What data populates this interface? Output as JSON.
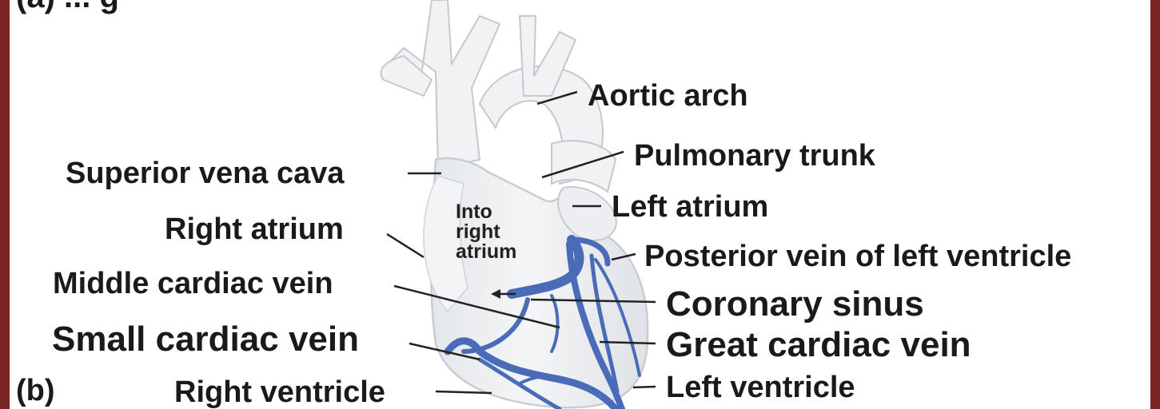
{
  "top_partial_text": "(a) ... g",
  "panel_label": "(b)",
  "labels": {
    "aortic_arch": "Aortic arch",
    "pulmonary_trunk": "Pulmonary trunk",
    "superior_vena_cava": "Superior vena cava",
    "left_atrium": "Left atrium",
    "right_atrium": "Right atrium",
    "into_right_atrium": [
      "Into",
      "right",
      "atrium"
    ],
    "posterior_vein_lv": "Posterior vein of left ventricle",
    "middle_cardiac_vein": "Middle cardiac vein",
    "coronary_sinus": "Coronary sinus",
    "small_cardiac_vein": "Small cardiac vein",
    "great_cardiac_vein": "Great cardiac vein",
    "right_ventricle": "Right ventricle",
    "left_ventricle": "Left ventricle"
  },
  "colors": {
    "frame": "#7a2323",
    "vein": "#4a6cb8",
    "heart_fill": "#eef0f2",
    "heart_outline": "#c9ccd0",
    "label_text": "#1a1a1a"
  }
}
